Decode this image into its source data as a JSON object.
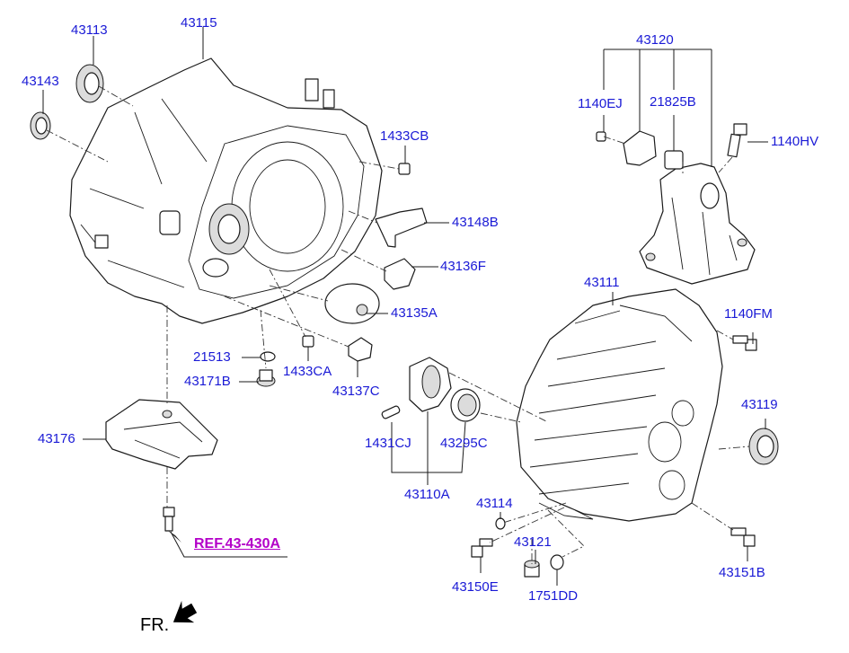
{
  "colors": {
    "label": "#1a1ad6",
    "ref": "#b300c8",
    "line": "#1a1a1a"
  },
  "labels": {
    "p43113": "43113",
    "p43115": "43115",
    "p43143": "43143",
    "p1433CB": "1433CB",
    "p43148B": "43148B",
    "p43136F": "43136F",
    "p43135A": "43135A",
    "p21513": "21513",
    "p1433CA": "1433CA",
    "p43171B": "43171B",
    "p43137C": "43137C",
    "p43176": "43176",
    "p43120": "43120",
    "p1140EJ": "1140EJ",
    "p21825B": "21825B",
    "p1140HV": "1140HV",
    "p43111": "43111",
    "p1140FM": "1140FM",
    "p43119": "43119",
    "p1431CJ": "1431CJ",
    "p43295C": "43295C",
    "p43110A": "43110A",
    "p43114": "43114",
    "p43121": "43121",
    "p43150E": "43150E",
    "p1751DD": "1751DD",
    "p43151B": "43151B"
  },
  "ref_link": "REF.43-430A",
  "direction_label": "FR."
}
